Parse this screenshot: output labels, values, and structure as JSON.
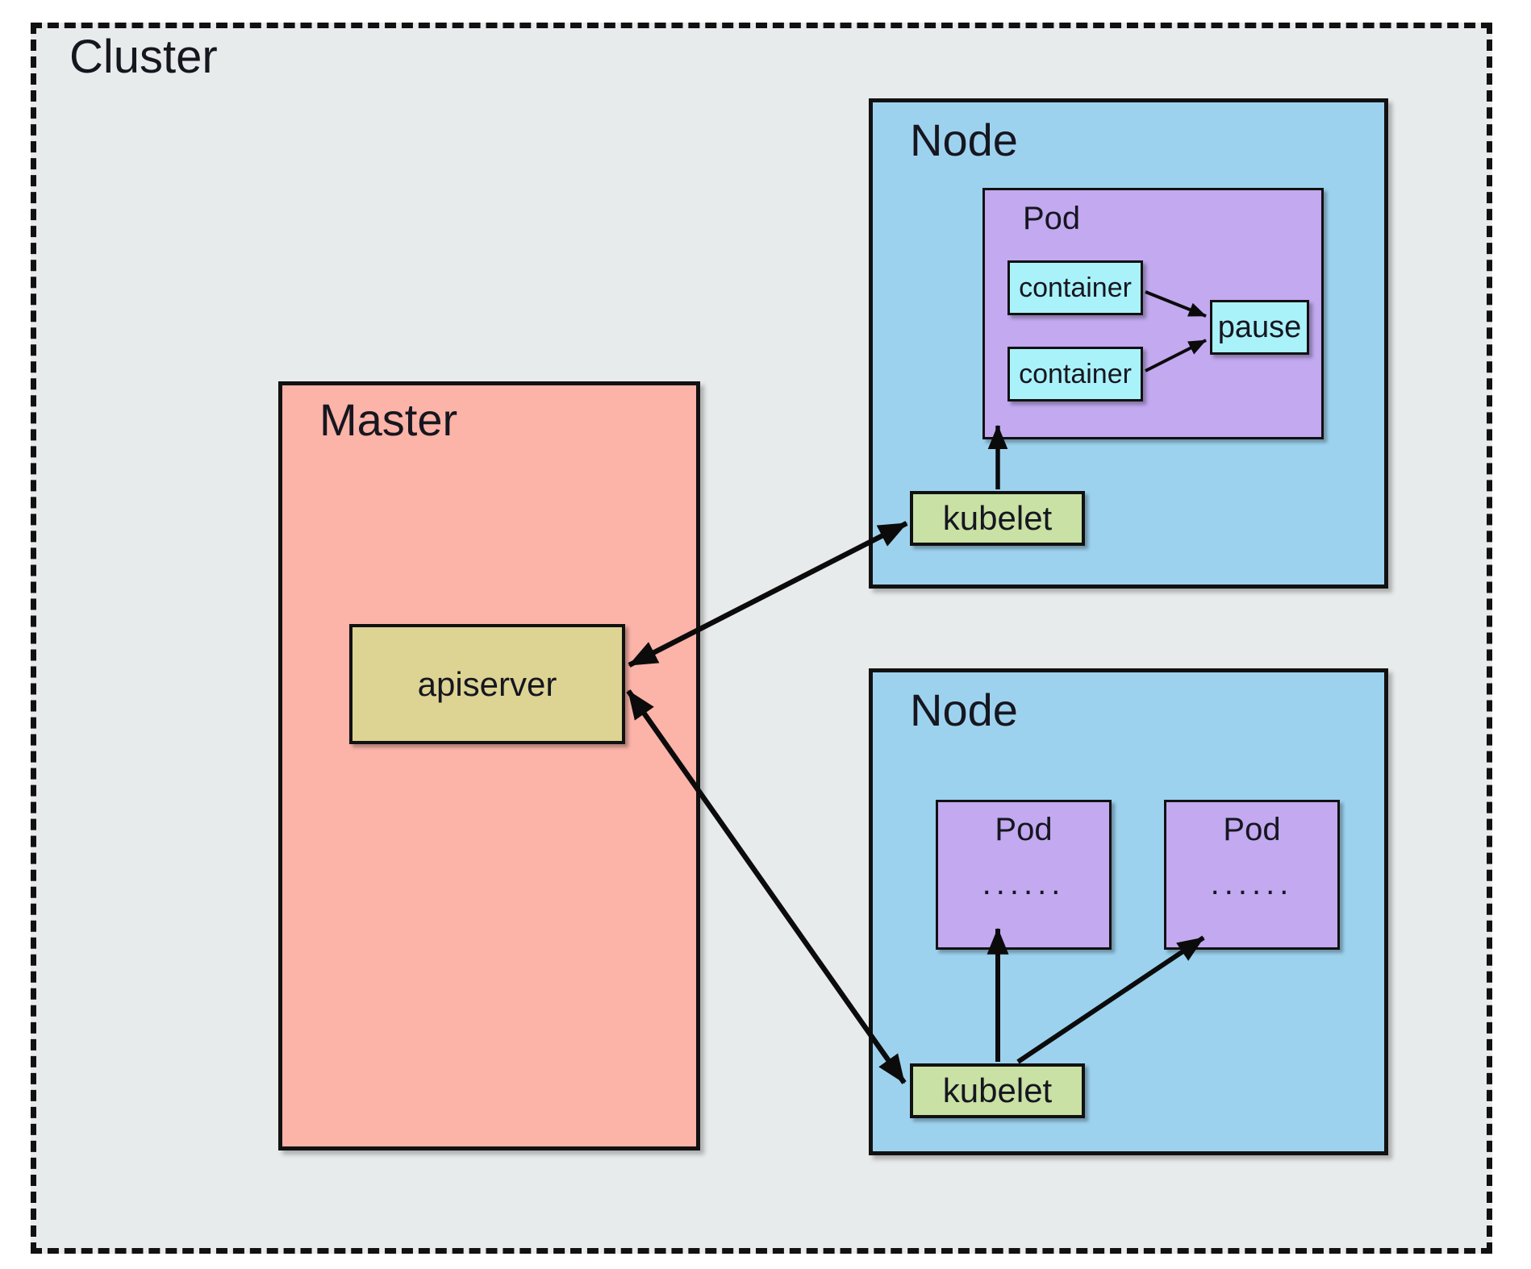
{
  "colors": {
    "background": "#e8ebeb",
    "master": "#fcb3a8",
    "node": "#9dd2ef",
    "pod": "#c2a9f0",
    "container": "#a9f2f9",
    "kubelet": "#c9e1a4",
    "apiserver": "#ddd494",
    "border": "#111111",
    "text": "#16161f",
    "arrow": "#0b0b0b"
  },
  "cluster": {
    "label": "Cluster"
  },
  "master": {
    "label": "Master",
    "apiserver": {
      "label": "apiserver"
    }
  },
  "nodes": {
    "top": {
      "label": "Node",
      "pod": {
        "label": "Pod",
        "containers": [
          {
            "label": "container"
          },
          {
            "label": "container"
          }
        ],
        "pause": {
          "label": "pause"
        }
      },
      "kubelet": {
        "label": "kubelet"
      }
    },
    "bottom": {
      "label": "Node",
      "pods": [
        {
          "label": "Pod",
          "dots": "......"
        },
        {
          "label": "Pod",
          "dots": "......"
        }
      ],
      "kubelet": {
        "label": "kubelet"
      }
    }
  },
  "edges": [
    {
      "from": "apiserver",
      "to": "kubelet-top-node",
      "direction": "bidirectional"
    },
    {
      "from": "apiserver",
      "to": "kubelet-bottom-node",
      "direction": "bidirectional"
    },
    {
      "from": "kubelet-top-node",
      "to": "pod-top-node",
      "direction": "forward"
    },
    {
      "from": "container-1",
      "to": "pause",
      "direction": "forward"
    },
    {
      "from": "container-2",
      "to": "pause",
      "direction": "forward"
    },
    {
      "from": "kubelet-bottom-node",
      "to": "pod-bottom-left",
      "direction": "forward"
    },
    {
      "from": "kubelet-bottom-node",
      "to": "pod-bottom-right",
      "direction": "forward"
    }
  ]
}
